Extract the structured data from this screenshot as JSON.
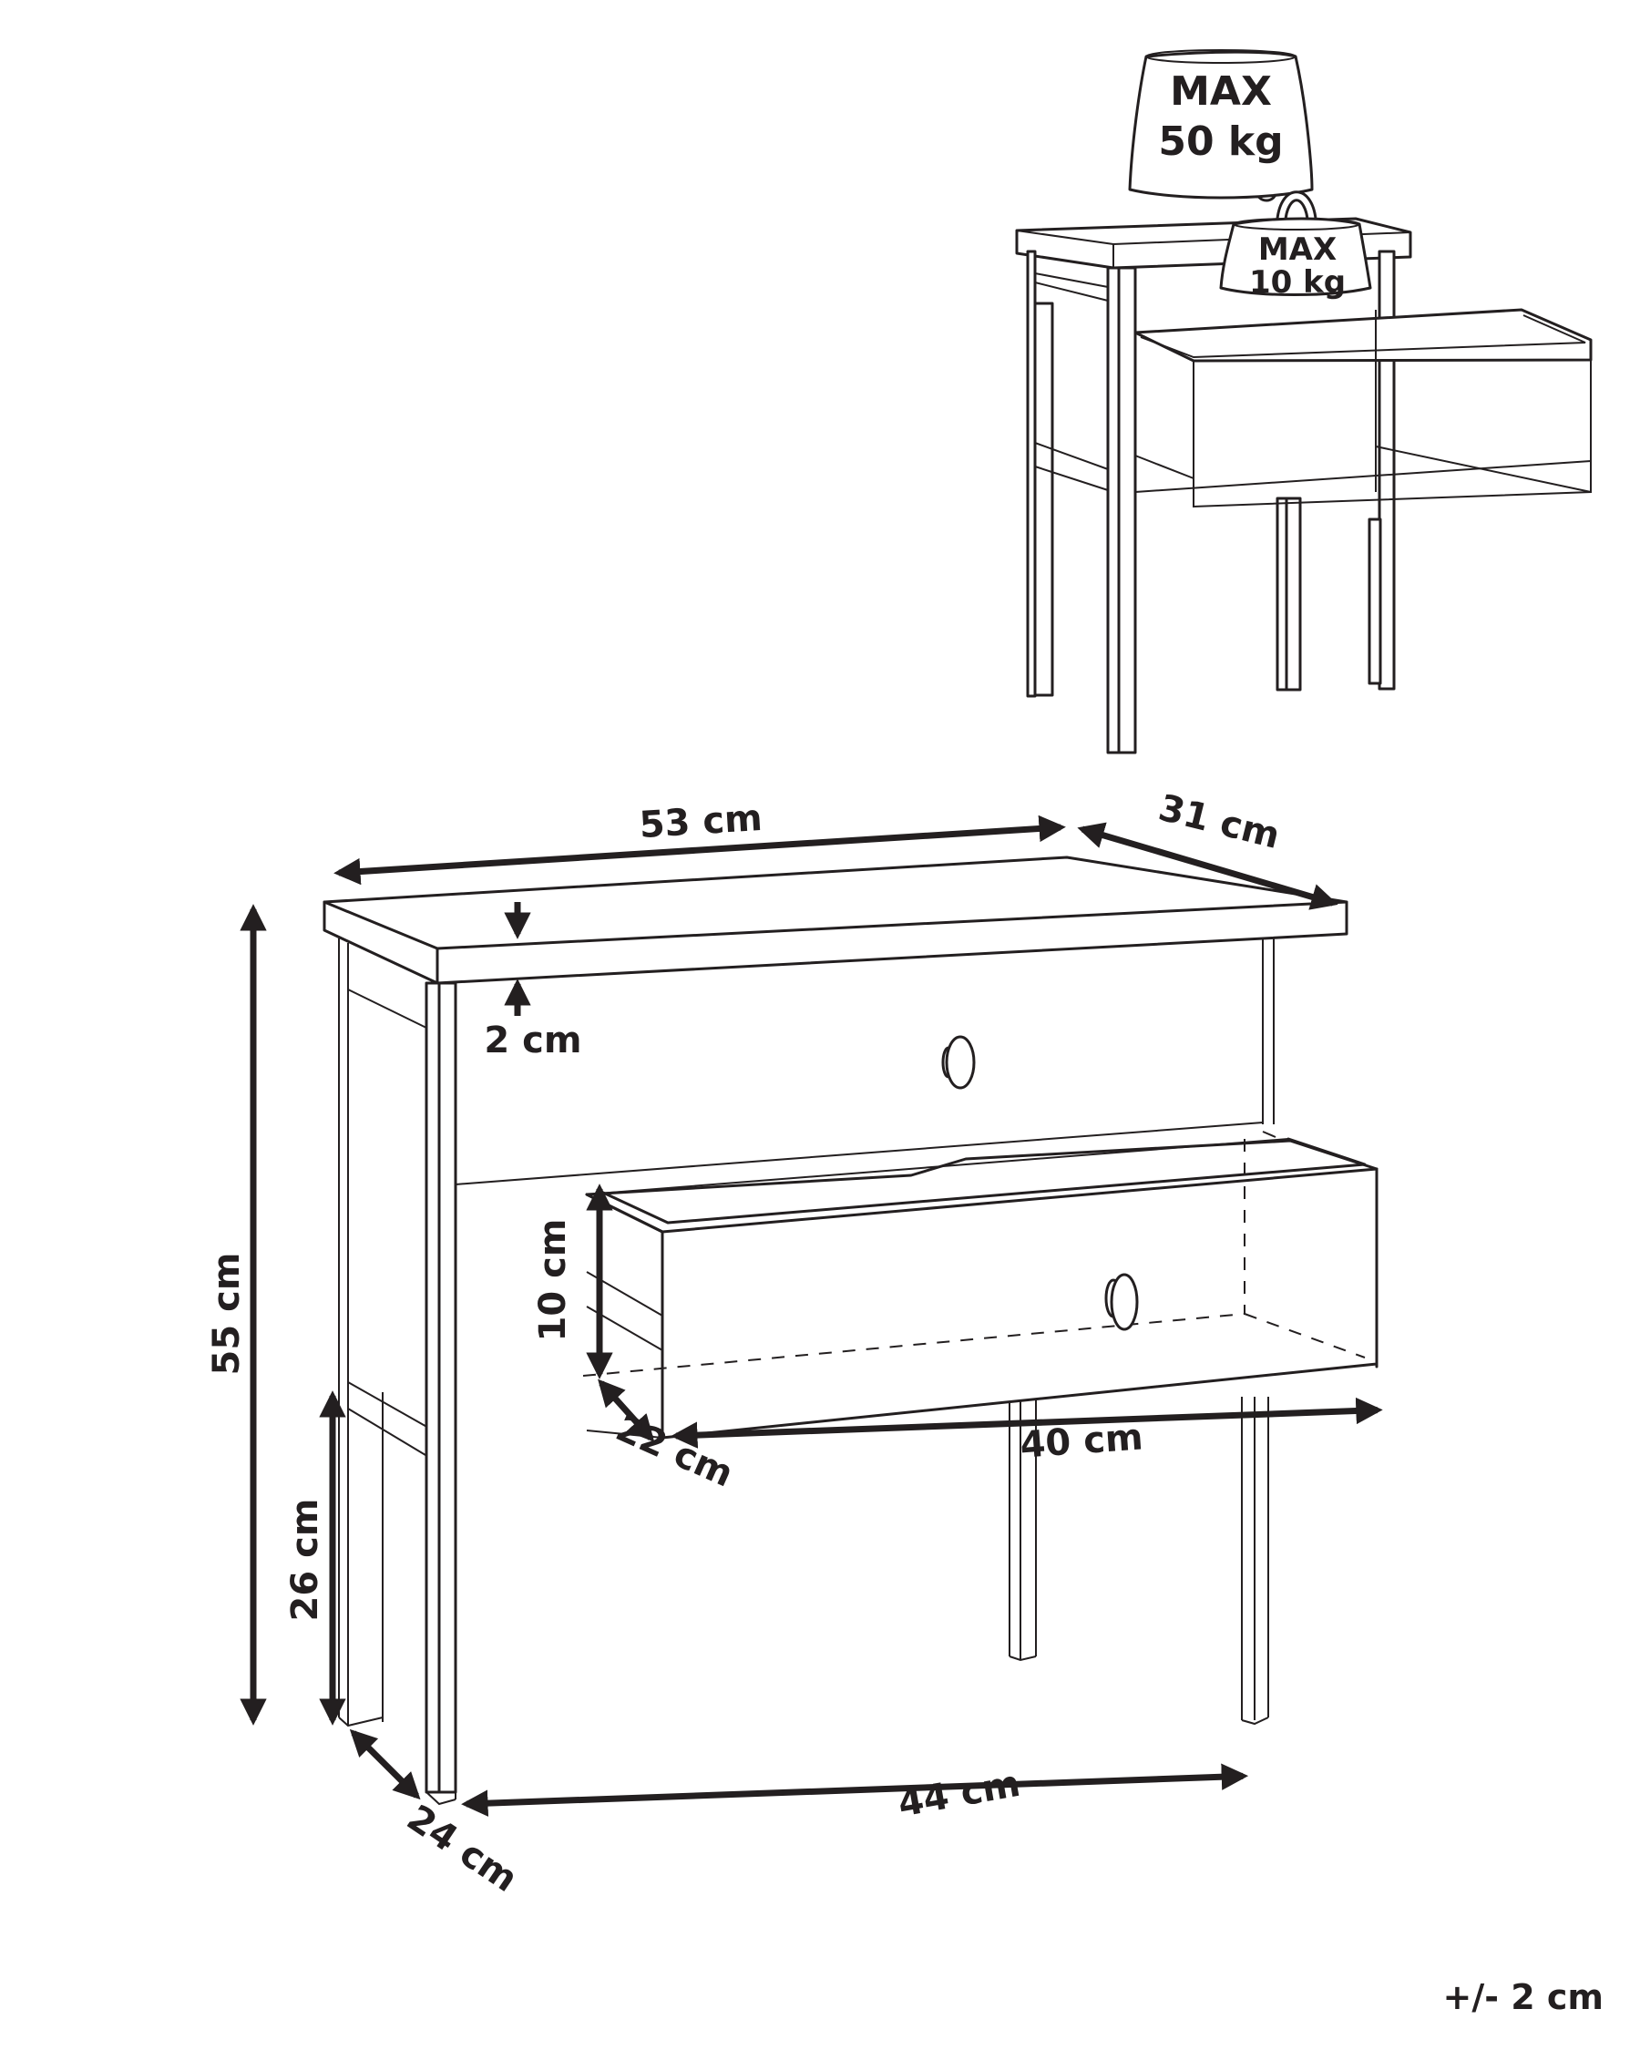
{
  "diagram": {
    "type": "furniture-dimension-drawing",
    "subject": "bedside table with one pull-out drawer",
    "line_color": "#231f20",
    "background": "#ffffff"
  },
  "load_capacity": {
    "top": {
      "line1": "MAX",
      "line2": "50 kg"
    },
    "drawer": {
      "line1": "MAX",
      "line2": "10 kg"
    }
  },
  "dimensions": {
    "top_width": "53 cm",
    "top_depth": "31 cm",
    "top_thickness": "2 cm",
    "drawer_height": "10 cm",
    "drawer_depth": "22 cm",
    "drawer_width": "40 cm",
    "total_height": "55 cm",
    "leg_clearance": "26 cm",
    "leg_depth": "24 cm",
    "leg_width": "44 cm"
  },
  "tolerance": "+/- 2 cm"
}
